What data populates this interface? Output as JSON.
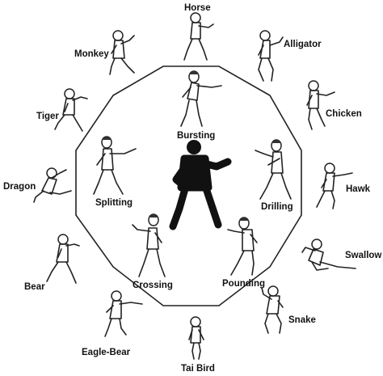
{
  "outer_ring": [
    {
      "id": "horse",
      "label": "Horse"
    },
    {
      "id": "alligator",
      "label": "Alligator"
    },
    {
      "id": "chicken",
      "label": "Chicken"
    },
    {
      "id": "hawk",
      "label": "Hawk"
    },
    {
      "id": "swallow",
      "label": "Swallow"
    },
    {
      "id": "snake",
      "label": "Snake"
    },
    {
      "id": "tai-bird",
      "label": "Tai Bird"
    },
    {
      "id": "eagle-bear",
      "label": "Eagle-Bear"
    },
    {
      "id": "bear",
      "label": "Bear"
    },
    {
      "id": "dragon",
      "label": "Dragon"
    },
    {
      "id": "tiger",
      "label": "Tiger"
    },
    {
      "id": "monkey",
      "label": "Monkey"
    }
  ],
  "inner_ring": [
    {
      "id": "bursting",
      "label": "Bursting"
    },
    {
      "id": "drilling",
      "label": "Drilling"
    },
    {
      "id": "pounding",
      "label": "Pounding"
    },
    {
      "id": "crossing",
      "label": "Crossing"
    },
    {
      "id": "splitting",
      "label": "Splitting"
    }
  ],
  "colors": {
    "outline": "#222222",
    "silhouette": "#111111",
    "background": "#ffffff"
  }
}
